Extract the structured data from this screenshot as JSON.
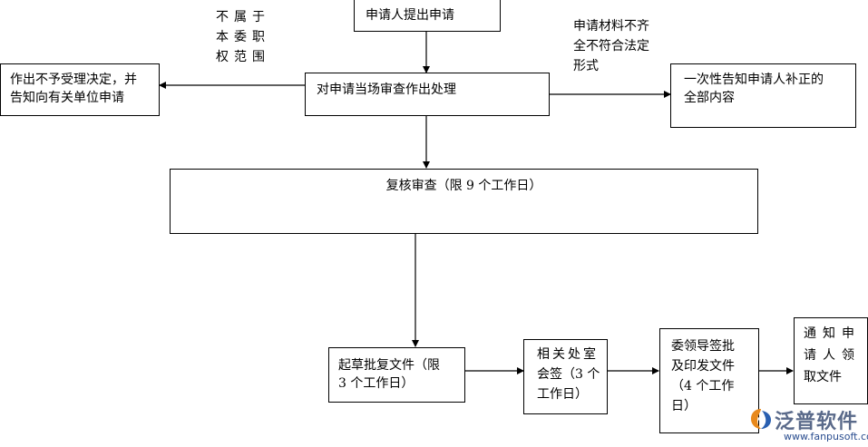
{
  "nodes": {
    "apply": "申请人提出申请",
    "review_onsite": "对申请当场审查作出处理",
    "reject": [
      "作出不予受理决定，并",
      "告知向有关单位申请"
    ],
    "inform_supplement": [
      "一次性告知申请人补正的",
      "全部内容"
    ],
    "recheck": "复核审查（限 9 个工作日）",
    "draft": [
      "起草批复文件（限",
      "3 个工作日）"
    ],
    "countersign": [
      "相关处室",
      "会签（3 个",
      "工作日）"
    ],
    "approve_issue": [
      "委领导签批",
      "及印发文件",
      "（4  个工作",
      "日）"
    ],
    "notify": [
      "通知申",
      "请人领",
      "取文件"
    ]
  },
  "edge_labels": {
    "out_of_scope": [
      "不属于",
      "本委职",
      "权范围"
    ],
    "incomplete": [
      "申请材料不齐",
      "全不符合法定",
      "形式"
    ]
  },
  "logo": {
    "name": "泛普软件",
    "url": "www.fanpusoft.com",
    "colors": {
      "mark_orange": "#e8891c",
      "mark_blue": "#2a5fb0",
      "text": "#5a6a8a"
    }
  }
}
